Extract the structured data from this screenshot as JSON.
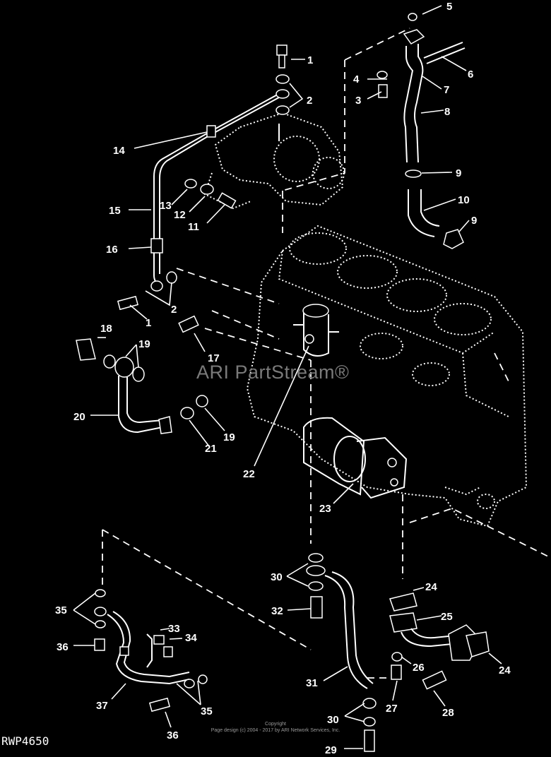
{
  "watermark": "ARI PartStream®",
  "drawing_id": "RWP4650",
  "copyright": {
    "line1": "Copyright",
    "line2": "Page design (c) 2004 - 2017 by ARI Network Services, Inc."
  },
  "callouts": [
    {
      "key": "c1a",
      "label": "1"
    },
    {
      "key": "c2a",
      "label": "2"
    },
    {
      "key": "c14",
      "label": "14"
    },
    {
      "key": "c13",
      "label": "13"
    },
    {
      "key": "c12",
      "label": "12"
    },
    {
      "key": "c11",
      "label": "11"
    },
    {
      "key": "c15",
      "label": "15"
    },
    {
      "key": "c16",
      "label": "16"
    },
    {
      "key": "c2b",
      "label": "2"
    },
    {
      "key": "c1b",
      "label": "1"
    },
    {
      "key": "c5",
      "label": "5"
    },
    {
      "key": "c6",
      "label": "6"
    },
    {
      "key": "c4",
      "label": "4"
    },
    {
      "key": "c7",
      "label": "7"
    },
    {
      "key": "c3",
      "label": "3"
    },
    {
      "key": "c8",
      "label": "8"
    },
    {
      "key": "c9a",
      "label": "9"
    },
    {
      "key": "c10",
      "label": "10"
    },
    {
      "key": "c9b",
      "label": "9"
    },
    {
      "key": "c18",
      "label": "18"
    },
    {
      "key": "c19a",
      "label": "19"
    },
    {
      "key": "c17",
      "label": "17"
    },
    {
      "key": "c20",
      "label": "20"
    },
    {
      "key": "c21",
      "label": "21"
    },
    {
      "key": "c19b",
      "label": "19"
    },
    {
      "key": "c22",
      "label": "22"
    },
    {
      "key": "c23",
      "label": "23"
    },
    {
      "key": "c30a",
      "label": "30"
    },
    {
      "key": "c32",
      "label": "32"
    },
    {
      "key": "c24a",
      "label": "24"
    },
    {
      "key": "c25",
      "label": "25"
    },
    {
      "key": "c35a",
      "label": "35"
    },
    {
      "key": "c33",
      "label": "33"
    },
    {
      "key": "c34",
      "label": "34"
    },
    {
      "key": "c36a",
      "label": "36"
    },
    {
      "key": "c24b",
      "label": "24"
    },
    {
      "key": "c26",
      "label": "26"
    },
    {
      "key": "c31",
      "label": "31"
    },
    {
      "key": "c37",
      "label": "37"
    },
    {
      "key": "c35b",
      "label": "35"
    },
    {
      "key": "c27",
      "label": "27"
    },
    {
      "key": "c28",
      "label": "28"
    },
    {
      "key": "c30b",
      "label": "30"
    },
    {
      "key": "c36b",
      "label": "36"
    },
    {
      "key": "c29",
      "label": "29"
    }
  ]
}
